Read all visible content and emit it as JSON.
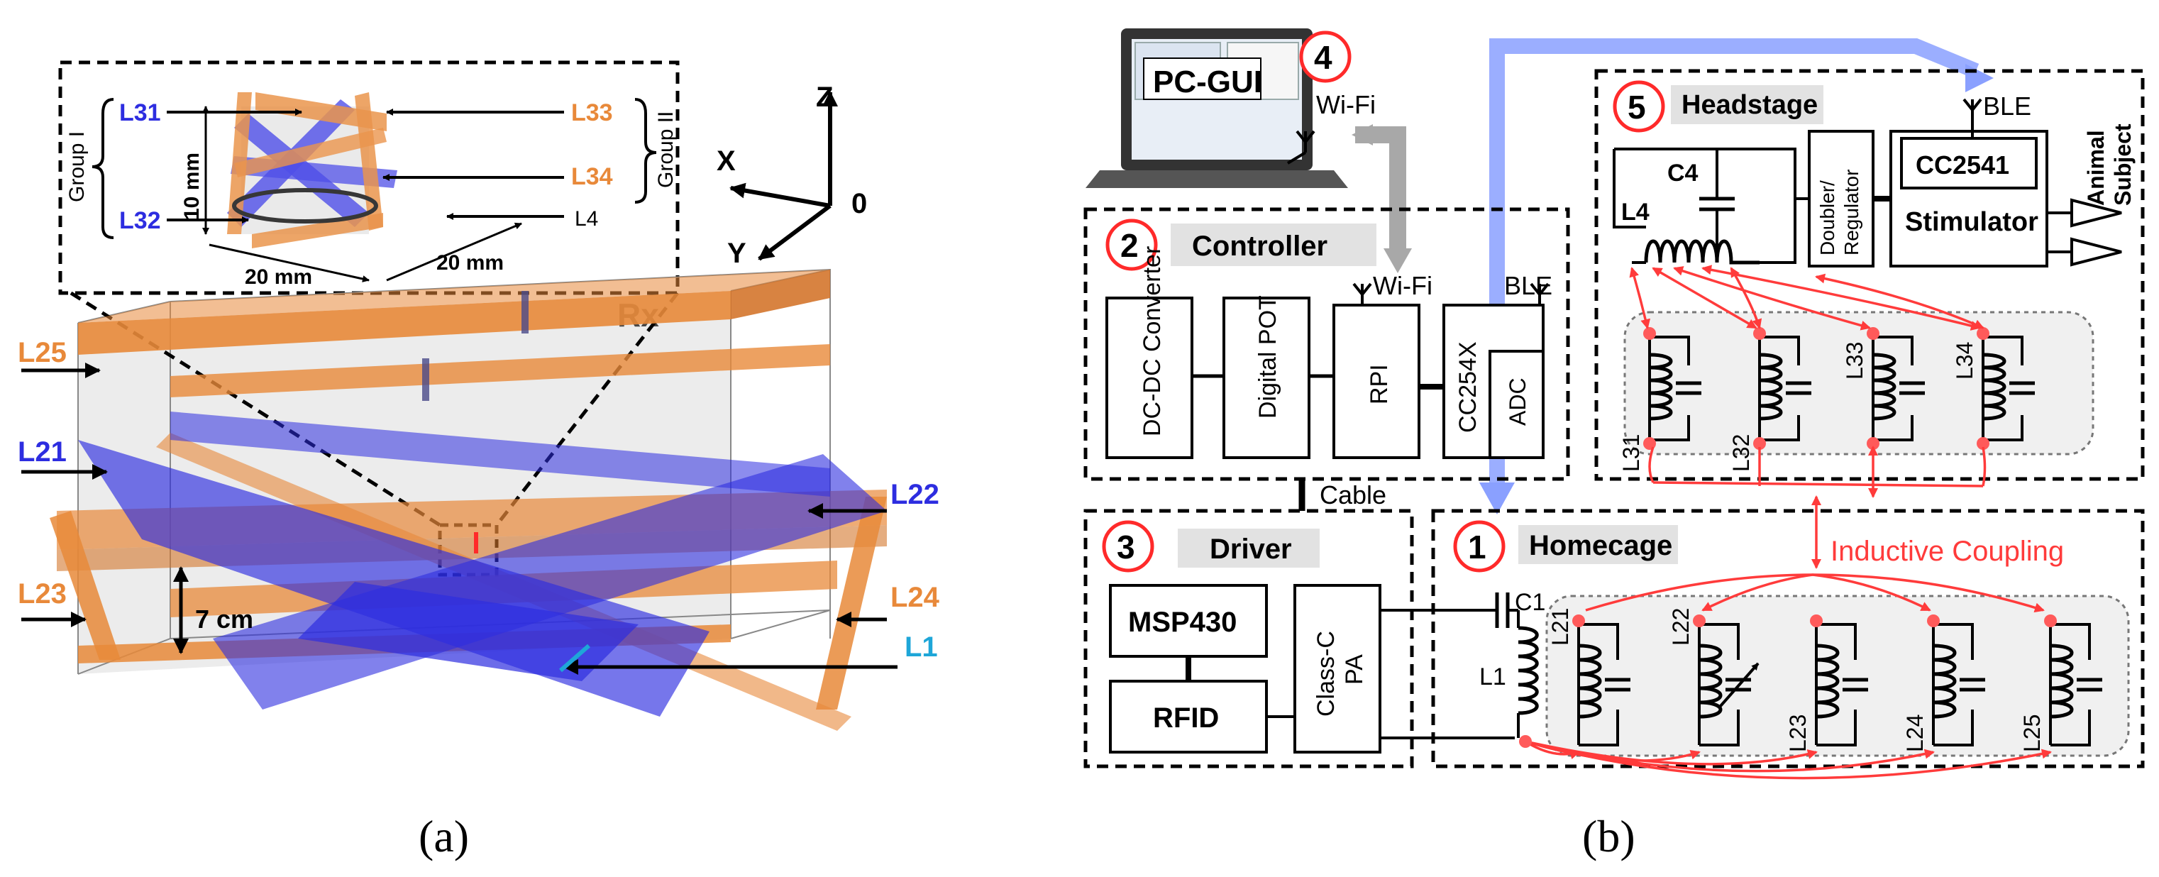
{
  "panel_a": {
    "caption": "(a)",
    "inset": {
      "L31": "L31",
      "L32": "L32",
      "L33": "L33",
      "L34": "L34",
      "L4": "L4",
      "group1": "Group I",
      "group2": "Group II",
      "height": "10 mm",
      "width1": "20 mm",
      "width2": "20 mm"
    },
    "axes": {
      "x": "X",
      "y": "Y",
      "z": "Z",
      "origin": "0"
    },
    "rx": "Rx",
    "coils": {
      "L25": "L25",
      "L21": "L21",
      "L22": "L22",
      "L23": "L23",
      "L24": "L24",
      "L1": "L1"
    },
    "height_label": "7 cm",
    "colors": {
      "blue": "#2d2de0",
      "orange": "#e8893a",
      "cyan": "#1ea6d8"
    }
  },
  "panel_b": {
    "caption": "(b)",
    "pc": {
      "num": "4",
      "label": "PC-GUI",
      "wifi": "Wi-Fi"
    },
    "controller": {
      "num": "2",
      "title": "Controller",
      "wifi": "Wi-Fi",
      "ble": "BLE",
      "blocks": [
        "DC-DC Converter",
        "Digital POT",
        "RPI",
        "CC254X"
      ],
      "adc": "ADC"
    },
    "cable": "Cable",
    "driver": {
      "num": "3",
      "title": "Driver",
      "msp": "MSP430",
      "rfid": "RFID",
      "pa1": "Class-C",
      "pa2": "PA"
    },
    "headstage": {
      "num": "5",
      "title": "Headstage",
      "ble": "BLE",
      "c4": "C4",
      "l4": "L4",
      "doubler": "Doubler/ Regulator",
      "cc2541": "CC2541",
      "stim": "Stimulator",
      "animal": "Animal Subject",
      "coils": [
        "L31",
        "L32",
        "L33",
        "L34"
      ]
    },
    "homecage": {
      "num": "1",
      "title": "Homecage",
      "c1": "C1",
      "l1": "L1",
      "coils": [
        "L21",
        "L22",
        "L23",
        "L24",
        "L25"
      ]
    },
    "inductive": "Inductive Coupling"
  }
}
